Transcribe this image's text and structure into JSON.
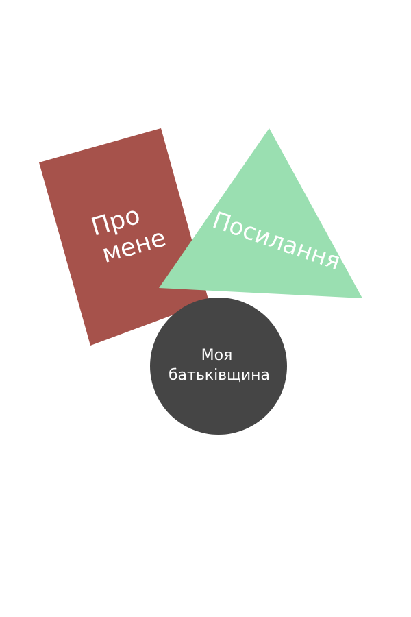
{
  "nav": {
    "about": {
      "lines": [
        "Про",
        "мене"
      ],
      "color": "#a6524b",
      "shape": "rectangle"
    },
    "links": {
      "label": "Посилання",
      "color": "#9adfb1",
      "shape": "triangle"
    },
    "homeland": {
      "lines": [
        "Моя",
        "батьківщина"
      ],
      "color": "#454545",
      "shape": "circle"
    }
  },
  "background": "#ffffff"
}
